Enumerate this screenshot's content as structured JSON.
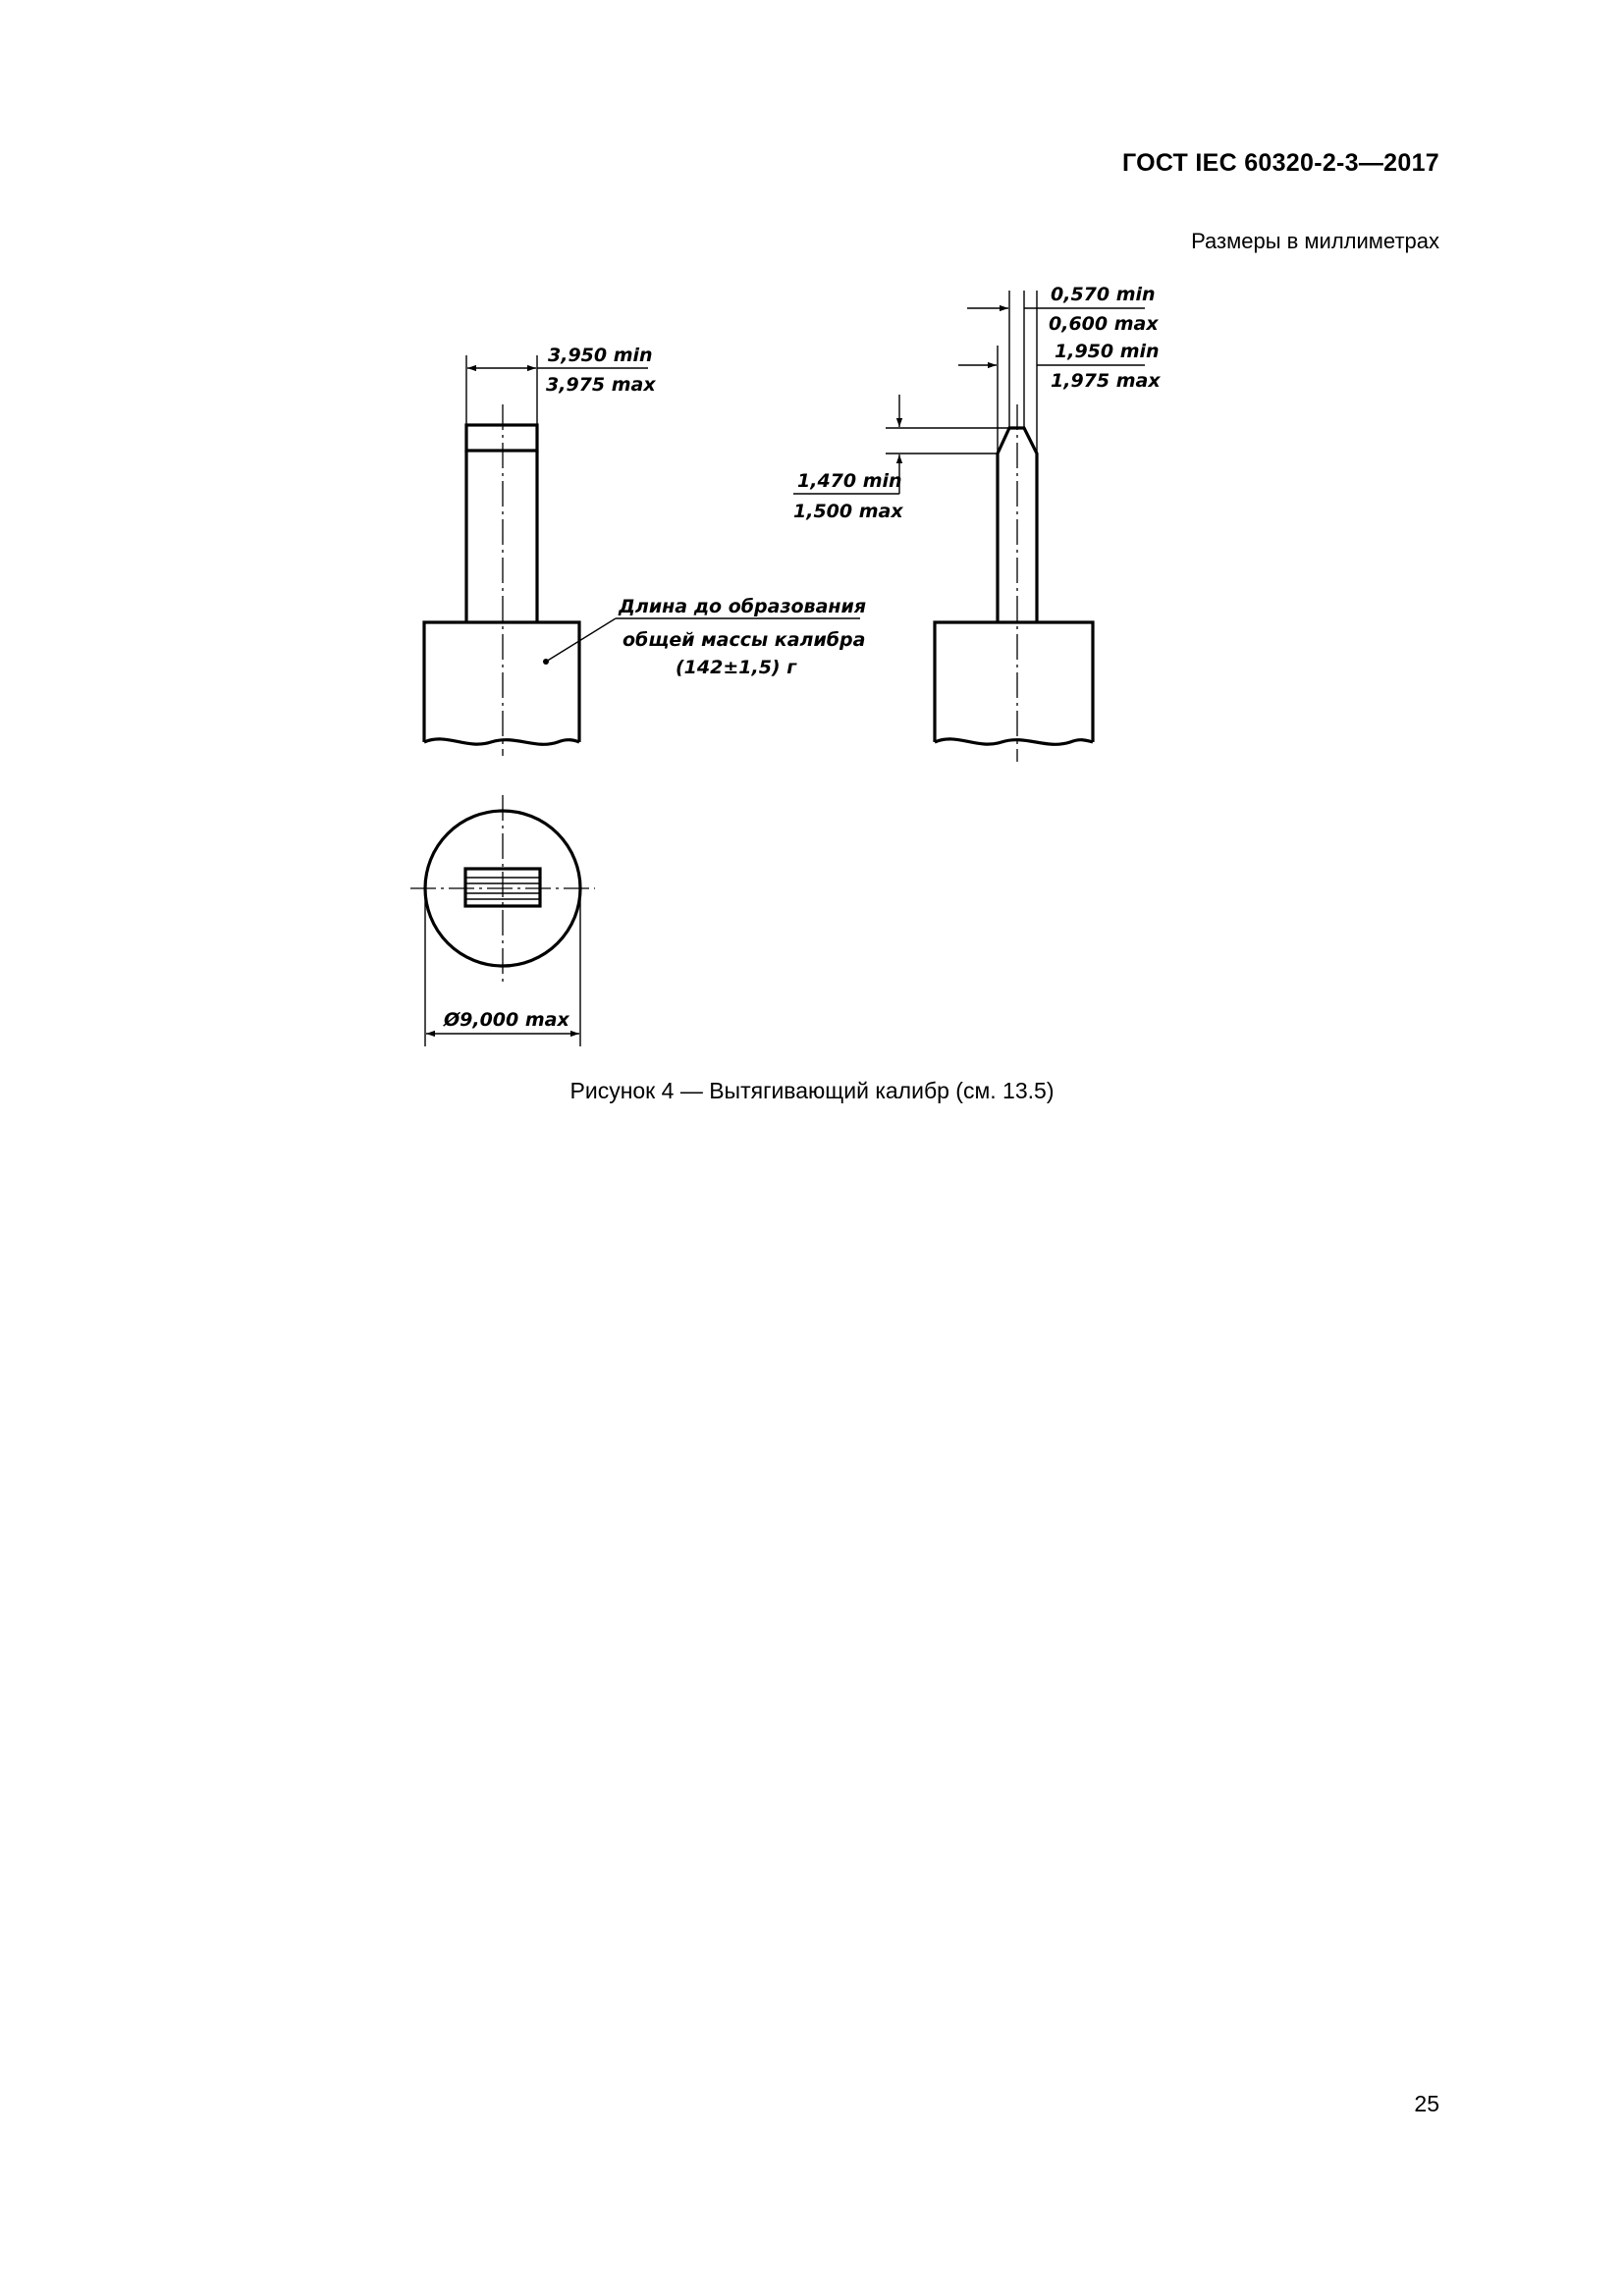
{
  "header": {
    "doc_code": "ГОСТ IEC 60320-2-3—2017"
  },
  "units_note": "Размеры в миллиметрах",
  "figure": {
    "left_view": {
      "width_min": "3,950 min",
      "width_max": "3,975 max"
    },
    "callout": {
      "line1": "Длина до образования",
      "line2": "общей массы калибра",
      "line3": "(142±1,5) г"
    },
    "side_view": {
      "tip_min": "0,570 min",
      "tip_max": "0,600 max",
      "blade_min": "1,950 min",
      "blade_max": "1,975 max",
      "chamfer_min": "1,470 min",
      "chamfer_max": "1,500 max"
    },
    "circle_view": {
      "diameter": "Ø9,000 max"
    },
    "caption": "Рисунок 4 — Вытягивающий калибр (см. 13.5)"
  },
  "page_number": "25"
}
